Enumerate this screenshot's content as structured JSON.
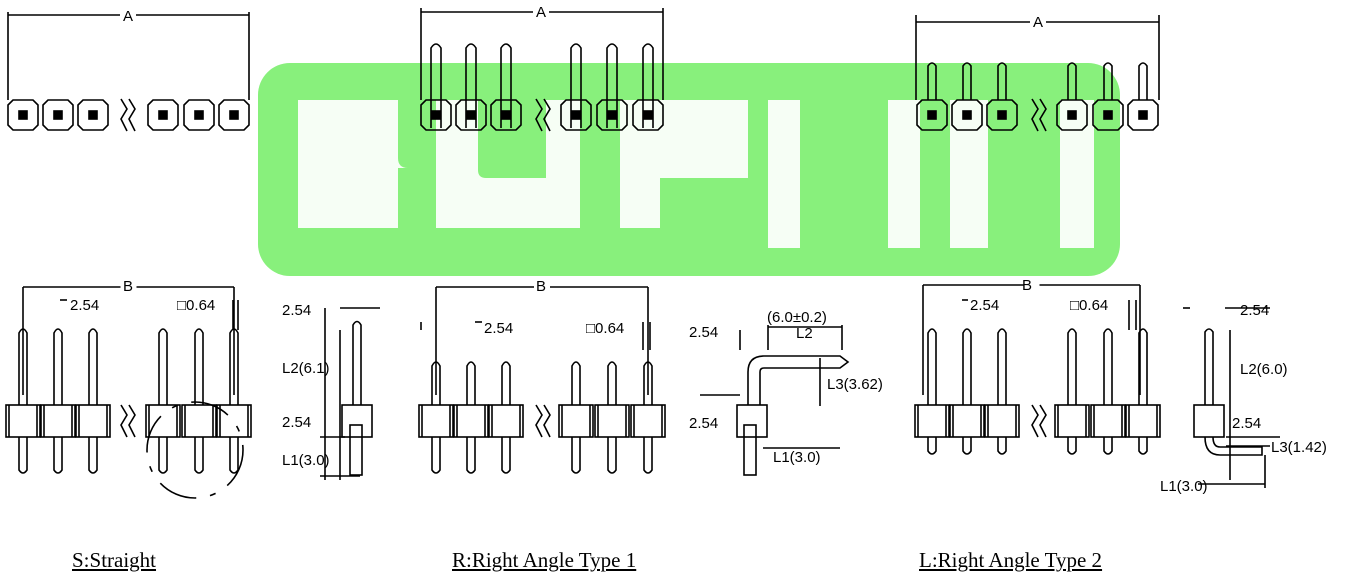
{
  "watermark": {
    "color": "#88f07c",
    "label": "logo watermark"
  },
  "views": {
    "straight": {
      "caption": "S:Straight",
      "dim_a": "A",
      "dim_b": "B",
      "pitch": "2.54",
      "pin_size": "□0.64",
      "side_pitch": "2.54",
      "side_body": "2.54",
      "l2": "L2(6.1)",
      "l1": "L1(3.0)"
    },
    "right_angle_1": {
      "caption": "R:Right Angle Type 1",
      "dim_a": "A",
      "dim_b": "B",
      "pitch": "2.54",
      "pin_size": "□0.64",
      "side_pitch": "2.54",
      "side_body": "2.54",
      "l2_range": "(6.0±0.2)",
      "l2": "L2",
      "l3": "L3(3.62)",
      "l1": "L1(3.0)"
    },
    "right_angle_2": {
      "caption": "L:Right Angle Type 2",
      "dim_a": "A",
      "dim_b": "B",
      "pitch": "2.54",
      "pin_size": "□0.64",
      "side_pitch": "2.54",
      "side_body": "2.54",
      "l2": "L2(6.0)",
      "l3": "L3(1.42)",
      "l1": "L1(3.0)"
    }
  }
}
